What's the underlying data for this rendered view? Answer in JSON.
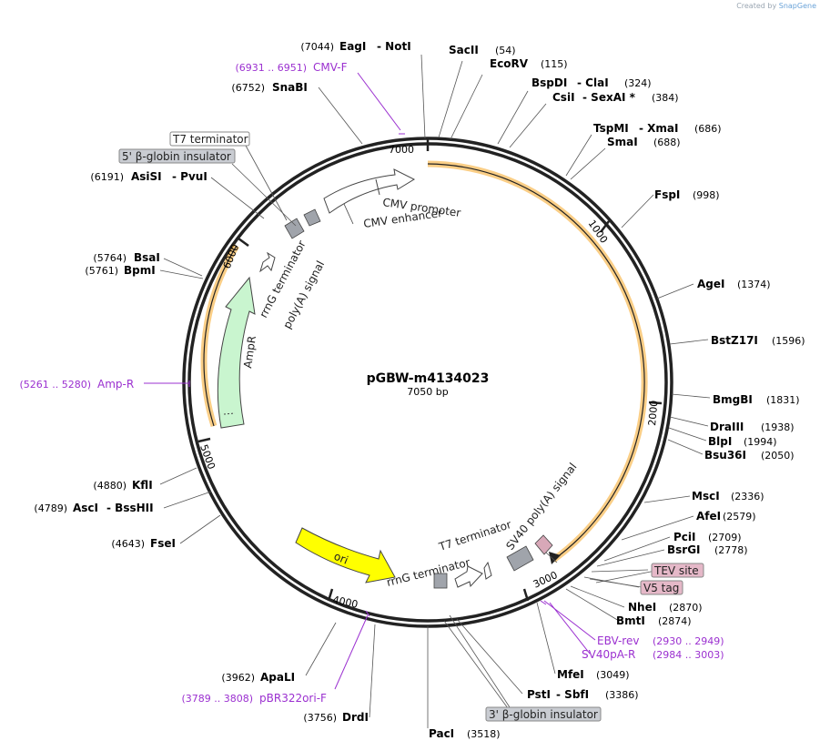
{
  "credit": {
    "prefix": "Created by",
    "brand": "SnapGene"
  },
  "plasmid": {
    "name": "pGBW-m4134023",
    "length_label": "7050 bp"
  },
  "ticks": [
    "1000",
    "2000",
    "3000",
    "4000",
    "5000",
    "6000",
    "7000"
  ],
  "sites": [
    {
      "id": "eagi",
      "pos": "(7044)",
      "name": "EagI",
      "name2": "NotI"
    },
    {
      "id": "sacii",
      "pos": "(54)",
      "name": "SacII"
    },
    {
      "id": "ecorv",
      "pos": "(115)",
      "name": "EcoRV"
    },
    {
      "id": "bspdi",
      "pos": "(324)",
      "name": "BspDI",
      "name2": "ClaI"
    },
    {
      "id": "csii",
      "pos": "(384)",
      "name": "CsiI",
      "name2": "SexAI *"
    },
    {
      "id": "tspmi",
      "pos": "(686)",
      "name": "TspMI",
      "name2": "XmaI"
    },
    {
      "id": "smai",
      "pos": "(688)",
      "name": "SmaI"
    },
    {
      "id": "fspi",
      "pos": "(998)",
      "name": "FspI"
    },
    {
      "id": "agei",
      "pos": "(1374)",
      "name": "AgeI"
    },
    {
      "id": "bstz17i",
      "pos": "(1596)",
      "name": "BstZ17I"
    },
    {
      "id": "bmgbi",
      "pos": "(1831)",
      "name": "BmgBI"
    },
    {
      "id": "draiii",
      "pos": "(1938)",
      "name": "DraIII"
    },
    {
      "id": "blpi",
      "pos": "(1994)",
      "name": "BlpI"
    },
    {
      "id": "bsu36i",
      "pos": "(2050)",
      "name": "Bsu36I"
    },
    {
      "id": "msci",
      "pos": "(2336)",
      "name": "MscI"
    },
    {
      "id": "afei",
      "pos": "(2579)",
      "name": "AfeI"
    },
    {
      "id": "pcii",
      "pos": "(2709)",
      "name": "PciI"
    },
    {
      "id": "bsrgi",
      "pos": "(2778)",
      "name": "BsrGI"
    },
    {
      "id": "nhei",
      "pos": "(2870)",
      "name": "NheI"
    },
    {
      "id": "bmti",
      "pos": "(2874)",
      "name": "BmtI"
    },
    {
      "id": "mfei",
      "pos": "(3049)",
      "name": "MfeI"
    },
    {
      "id": "psti",
      "pos": "(3386)",
      "name": "PstI",
      "name2": "SbfI"
    },
    {
      "id": "paci",
      "pos": "(3518)",
      "name": "PacI"
    },
    {
      "id": "drdi",
      "pos": "(3756)",
      "name": "DrdI"
    },
    {
      "id": "apali",
      "pos": "(3962)",
      "name": "ApaLI"
    },
    {
      "id": "fsei",
      "pos": "(4643)",
      "name": "FseI"
    },
    {
      "id": "asci",
      "pos": "(4789)",
      "name": "AscI",
      "name2": "BssHII"
    },
    {
      "id": "kfli",
      "pos": "(4880)",
      "name": "KflI"
    },
    {
      "id": "bpmi",
      "pos": "(5761)",
      "name": "BpmI"
    },
    {
      "id": "bsai",
      "pos": "(5764)",
      "name": "BsaI"
    },
    {
      "id": "asisi",
      "pos": "(6191)",
      "name": "AsiSI",
      "name2": "PvuI"
    },
    {
      "id": "snabi",
      "pos": "(6752)",
      "name": "SnaBI"
    }
  ],
  "primers": [
    {
      "id": "cmvf",
      "pos": "(6931 .. 6951)",
      "name": "CMV-F"
    },
    {
      "id": "ampr",
      "pos": "(5261 .. 5280)",
      "name": "Amp-R"
    },
    {
      "id": "ebvrev",
      "pos": "(2930 .. 2949)",
      "name": "EBV-rev"
    },
    {
      "id": "sv40par",
      "pos": "(2984 .. 3003)",
      "name": "SV40pA-R"
    },
    {
      "id": "pbr322",
      "pos": "(3789 .. 3808)",
      "name": "pBR322ori-F"
    }
  ],
  "boxed_labels": {
    "t7_top": "T7 terminator",
    "beta_top": "5' β-globin insulator",
    "tev": "TEV site",
    "v5": "V5 tag",
    "beta_bottom": "3' β-globin insulator"
  },
  "features": {
    "cmv_promoter": "CMV promoter",
    "cmv_enhancer": "CMV enhancer",
    "rrng_top": "rrnG terminator",
    "polya_top": "poly(A) signal",
    "ampr": "AmpR",
    "ori": "ori",
    "rrng_bottom": "rrnG terminator",
    "t7_bottom": "T7 terminator",
    "sv40": "SV40 poly(A) signal"
  },
  "colors": {
    "backbone": "#222222",
    "orange_segment": "#f5a623",
    "primer": "#9b30d0",
    "ampr_fill": "#c9f5cf",
    "ori_fill": "#ffff00",
    "gray_feature": "#a0a4ab",
    "pink_feature": "#d8a8b8"
  }
}
